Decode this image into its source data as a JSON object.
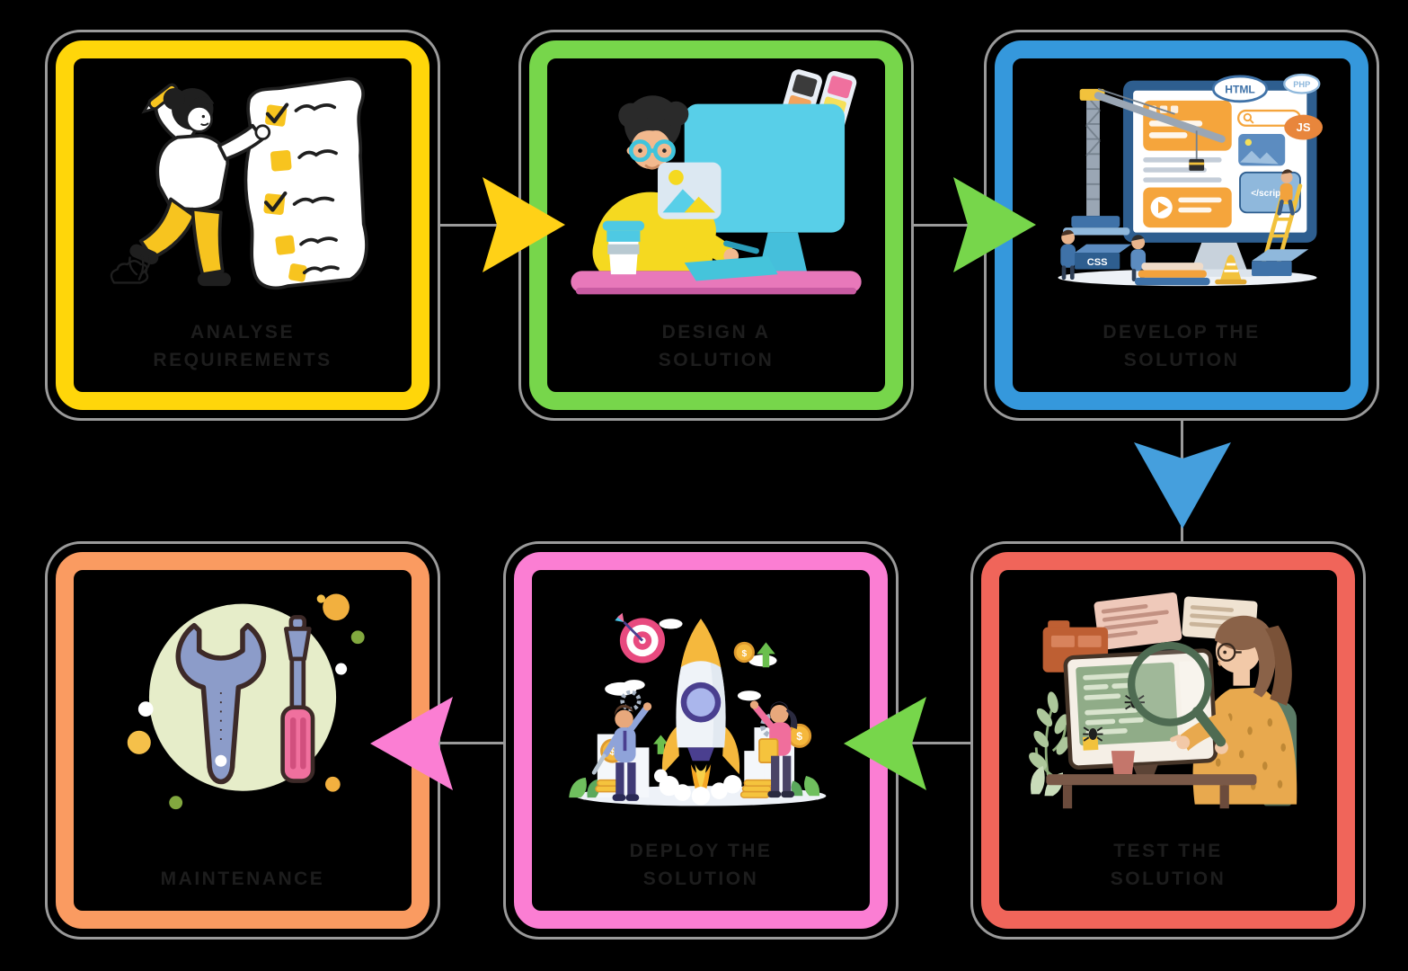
{
  "page": {
    "background": "#000000"
  },
  "diagram": {
    "outline_color": "#9A9A9A",
    "label_color": "#1D1D1D",
    "steps": [
      {
        "id": "analyse-requirements",
        "label_line1": "ANALYSE",
        "label_line2": "REQUIREMENTS",
        "border_color": "#FFD60A",
        "illustration": "person-writing-checklist"
      },
      {
        "id": "design-a-solution",
        "label_line1": "DESIGN A",
        "label_line2": "SOLUTION",
        "border_color": "#77D64B",
        "illustration": "designer-at-desk-with-monitor"
      },
      {
        "id": "develop-the-solution",
        "label_line1": "DEVELOP THE",
        "label_line2": "SOLUTION",
        "border_color": "#3598DC",
        "illustration": "website-under-construction",
        "art_labels": {
          "html_cloud": "HTML",
          "php_cloud": "PHP",
          "js_cloud": "JS",
          "css_block": "CSS",
          "script_tag": "</script>"
        }
      },
      {
        "id": "test-the-solution",
        "label_line1": "TEST THE",
        "label_line2": "SOLUTION",
        "border_color": "#F0655A",
        "illustration": "qa-tester-with-magnifier-and-bugs"
      },
      {
        "id": "deploy-the-solution",
        "label_line1": "DEPLOY THE",
        "label_line2": "SOLUTION",
        "border_color": "#FB7ED3",
        "illustration": "rocket-launch-with-team",
        "art_labels": {
          "coin_symbol": "$"
        }
      },
      {
        "id": "maintenance",
        "label_line1": "MAINTENANCE",
        "label_line2": "",
        "border_color": "#FA9B61",
        "illustration": "wrench-and-screwdriver"
      }
    ],
    "arrows": [
      {
        "from": "analyse-requirements",
        "to": "design-a-solution",
        "direction": "right",
        "color": "#FFD117"
      },
      {
        "from": "design-a-solution",
        "to": "develop-the-solution",
        "direction": "right",
        "color": "#77D64B"
      },
      {
        "from": "develop-the-solution",
        "to": "test-the-solution",
        "direction": "down",
        "color": "#459FDD"
      },
      {
        "from": "test-the-solution",
        "to": "deploy-the-solution",
        "direction": "left",
        "color": "#77D64B"
      },
      {
        "from": "deploy-the-solution",
        "to": "maintenance",
        "direction": "left",
        "color": "#FB7ED3"
      }
    ]
  }
}
